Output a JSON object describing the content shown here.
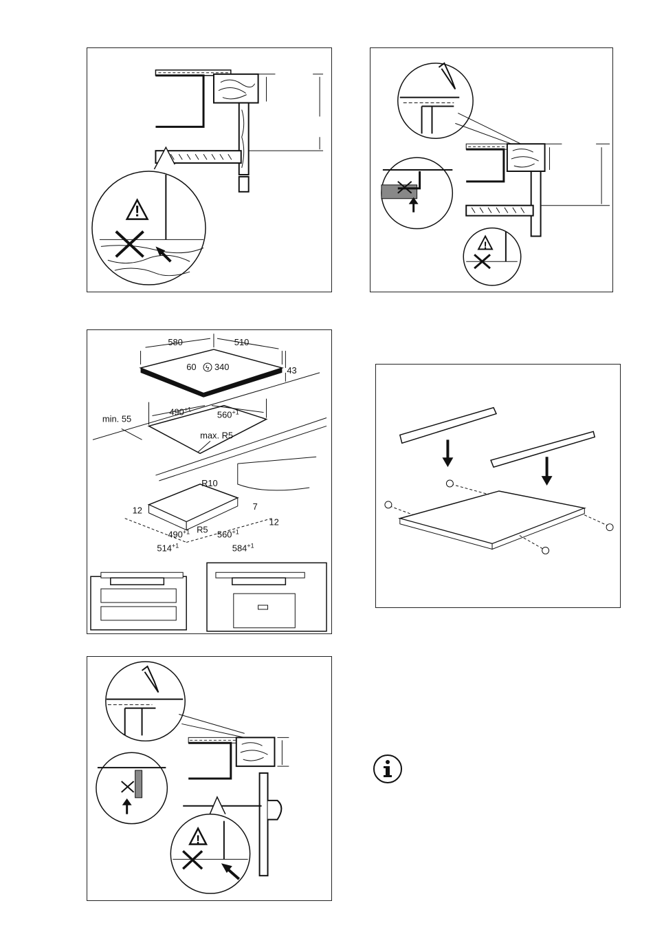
{
  "dimensions": {
    "hob_width": "580",
    "hob_depth": "510",
    "hob_height": "43",
    "cable_offset_left": "60",
    "cable_offset_right": "340",
    "cutout_width_base": "490",
    "cutout_width_tol": "+1",
    "cutout_depth_base": "560",
    "cutout_depth_tol": "+1",
    "min_distance": "min. 55",
    "max_radius": "max. R5",
    "frame_radius_top": "R10",
    "frame_radius_inner": "R5",
    "frame_height": "7",
    "frame_side_left": "12",
    "frame_side_right": "12",
    "frame_width_base": "490",
    "frame_width_tol": "+1",
    "frame_depth_base": "560",
    "frame_depth_tol": "+1",
    "outer_width_base": "514",
    "outer_width_tol": "+1",
    "outer_depth_base": "584",
    "outer_depth_tol": "+1"
  },
  "icons": {
    "info": "info-icon",
    "warning": "warning-icon"
  }
}
